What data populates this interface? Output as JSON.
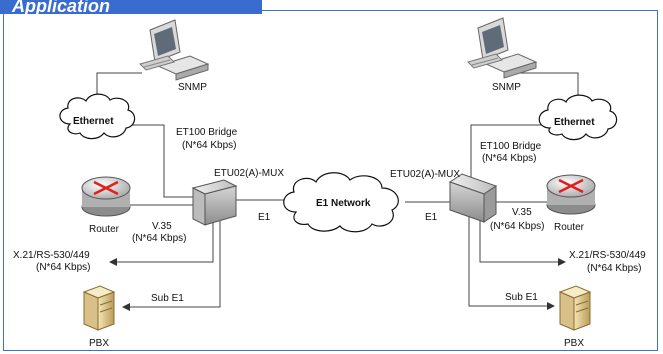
{
  "header": {
    "title": "Application"
  },
  "left": {
    "snmp": "SNMP",
    "ethernet": "Ethernet",
    "bridge_line1": "ET100 Bridge",
    "bridge_line2": "(N*64 Kbps)",
    "mux": "ETU02(A)-MUX",
    "router": "Router",
    "v35_line1": "V.35",
    "v35_line2": "(N*64 Kbps)",
    "x21_line1": "X.21/RS-530/449",
    "x21_line2": "(N*64 Kbps)",
    "e1": "E1",
    "sub_e1": "Sub E1",
    "pbx": "PBX"
  },
  "center": {
    "network": "E1 Network"
  },
  "right": {
    "snmp": "SNMP",
    "ethernet": "Ethernet",
    "bridge_line1": "ET100 Bridge",
    "bridge_line2": "(N*64 Kbps)",
    "mux": "ETU02(A)-MUX",
    "router": "Router",
    "v35_line1": "V.35",
    "v35_line2": "(N*64 Kbps)",
    "x21_line1": "X.21/RS-530/449",
    "x21_line2": "(N*64 Kbps)",
    "e1": "E1",
    "sub_e1": "Sub E1",
    "pbx": "PBX"
  },
  "colors": {
    "frame": "#3d73c2",
    "title_tab": "#3a6ccf",
    "router_arrows": "#e0201c"
  }
}
